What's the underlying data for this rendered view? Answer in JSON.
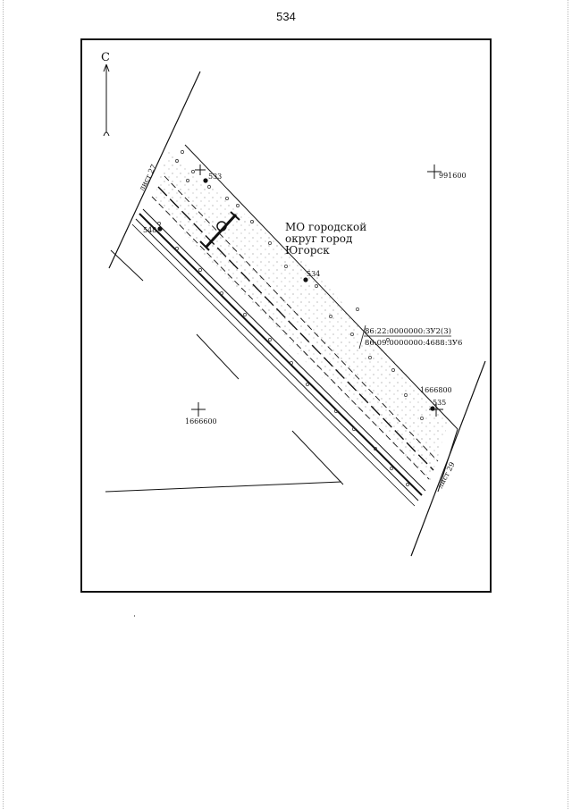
{
  "page": {
    "number": "534"
  },
  "map": {
    "north_label": "С",
    "sheet_left": "лист 27",
    "sheet_right": "лист 29",
    "municipality": {
      "line1": "МО городской",
      "line2": "округ город",
      "line3": "Югорск"
    },
    "points": {
      "p533": "533",
      "p534": "534",
      "p535": "535",
      "p548": "548"
    },
    "grid": {
      "x_top": "991600",
      "y_right": "1666800",
      "y_left": "1666600"
    },
    "parcels": {
      "upper": "86:22:0000000:ЗУ2(3)",
      "lower": "86:09:0000000:4688:ЗУ6"
    },
    "colors": {
      "ink": "#111111",
      "paper": "#ffffff"
    }
  }
}
